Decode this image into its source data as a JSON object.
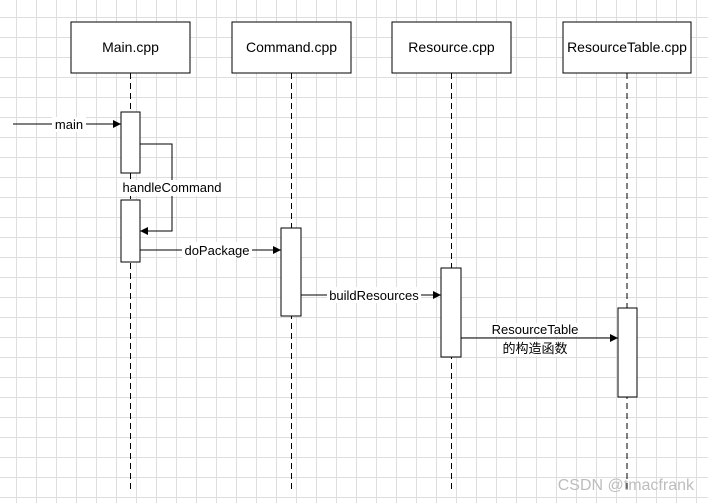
{
  "participants": [
    {
      "id": "main",
      "name": "Main.cpp"
    },
    {
      "id": "command",
      "name": "Command.cpp"
    },
    {
      "id": "resource",
      "name": "Resource.cpp"
    },
    {
      "id": "table",
      "name": "ResourceTable.cpp"
    }
  ],
  "messages": [
    {
      "id": "main",
      "label": "main"
    },
    {
      "id": "handle",
      "label": "handleCommand"
    },
    {
      "id": "dopackage",
      "label": "doPackage"
    },
    {
      "id": "build",
      "label": "buildResources"
    },
    {
      "id": "ctor",
      "label_line1": "ResourceTable",
      "label_line2": "的构造函数"
    }
  ],
  "watermark": "CSDN @tmacfrank"
}
